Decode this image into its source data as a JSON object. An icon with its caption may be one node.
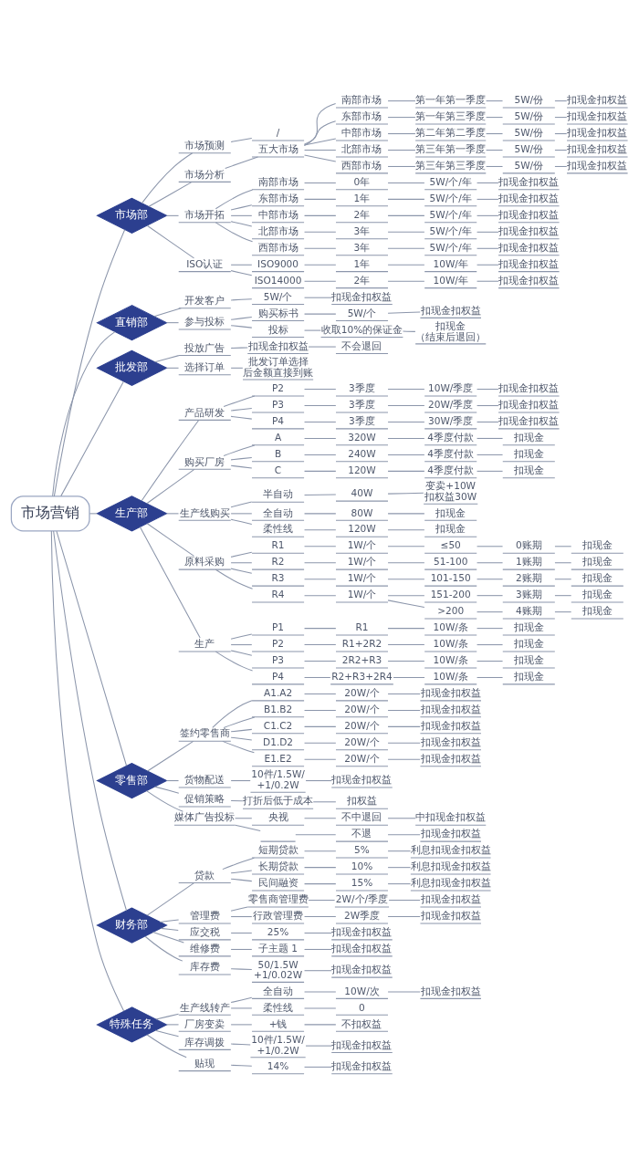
{
  "diagram": {
    "nodes": [
      {
        "text": [
          "市场营销"
        ]
      },
      {
        "text": [
          "市场部"
        ]
      },
      {
        "text": [
          "市场预测"
        ]
      },
      {
        "text": [
          "/"
        ]
      },
      {
        "text": [
          "市场分析"
        ]
      },
      {
        "text": [
          "五大市场"
        ]
      },
      {
        "text": [
          "南部市场"
        ]
      },
      {
        "text": [
          "第一年第一季度"
        ]
      },
      {
        "text": [
          "5W/份"
        ]
      },
      {
        "text": [
          "扣现金扣权益"
        ]
      },
      {
        "text": [
          "东部市场"
        ]
      },
      {
        "text": [
          "第一年第三季度"
        ]
      },
      {
        "text": [
          "5W/份"
        ]
      },
      {
        "text": [
          "扣现金扣权益"
        ]
      },
      {
        "text": [
          "中部市场"
        ]
      },
      {
        "text": [
          "第二年第二季度"
        ]
      },
      {
        "text": [
          "5W/份"
        ]
      },
      {
        "text": [
          "扣现金扣权益"
        ]
      },
      {
        "text": [
          "北部市场"
        ]
      },
      {
        "text": [
          "第三年第一季度"
        ]
      },
      {
        "text": [
          "5W/份"
        ]
      },
      {
        "text": [
          "扣现金扣权益"
        ]
      },
      {
        "text": [
          "西部市场"
        ]
      },
      {
        "text": [
          "第三年第三季度"
        ]
      },
      {
        "text": [
          "5W/份"
        ]
      },
      {
        "text": [
          "扣现金扣权益"
        ]
      },
      {
        "text": [
          "市场开拓"
        ]
      },
      {
        "text": [
          "南部市场"
        ]
      },
      {
        "text": [
          "0年"
        ]
      },
      {
        "text": [
          "5W/个/年"
        ]
      },
      {
        "text": [
          "扣现金扣权益"
        ]
      },
      {
        "text": [
          "东部市场"
        ]
      },
      {
        "text": [
          "1年"
        ]
      },
      {
        "text": [
          "5W/个/年"
        ]
      },
      {
        "text": [
          "扣现金扣权益"
        ]
      },
      {
        "text": [
          "中部市场"
        ]
      },
      {
        "text": [
          "2年"
        ]
      },
      {
        "text": [
          "5W/个/年"
        ]
      },
      {
        "text": [
          "扣现金扣权益"
        ]
      },
      {
        "text": [
          "北部市场"
        ]
      },
      {
        "text": [
          "3年"
        ]
      },
      {
        "text": [
          "5W/个/年"
        ]
      },
      {
        "text": [
          "扣现金扣权益"
        ]
      },
      {
        "text": [
          "西部市场"
        ]
      },
      {
        "text": [
          "3年"
        ]
      },
      {
        "text": [
          "5W/个/年"
        ]
      },
      {
        "text": [
          "扣现金扣权益"
        ]
      },
      {
        "text": [
          "ISO认证"
        ]
      },
      {
        "text": [
          "ISO9000"
        ]
      },
      {
        "text": [
          "1年"
        ]
      },
      {
        "text": [
          "10W/年"
        ]
      },
      {
        "text": [
          "扣现金扣权益"
        ]
      },
      {
        "text": [
          "ISO14000"
        ]
      },
      {
        "text": [
          "2年"
        ]
      },
      {
        "text": [
          "10W/年"
        ]
      },
      {
        "text": [
          "扣现金扣权益"
        ]
      },
      {
        "text": [
          "直销部"
        ]
      },
      {
        "text": [
          "开发客户"
        ]
      },
      {
        "text": [
          "5W/个"
        ]
      },
      {
        "text": [
          "扣现金扣权益"
        ]
      },
      {
        "text": [
          "参与投标"
        ]
      },
      {
        "text": [
          "购买标书"
        ]
      },
      {
        "text": [
          "5W/个"
        ]
      },
      {
        "text": [
          "扣现金扣权益"
        ]
      },
      {
        "text": [
          "投标"
        ]
      },
      {
        "text": [
          "收取10%的保证金"
        ]
      },
      {
        "text": [
          "扣现金（结束后退回）"
        ]
      },
      {
        "text": [
          "批发部"
        ]
      },
      {
        "text": [
          "投放广告"
        ]
      },
      {
        "text": [
          "扣现金扣权益"
        ]
      },
      {
        "text": [
          "不会退回"
        ]
      },
      {
        "text": [
          "选择订单"
        ]
      },
      {
        "text": [
          "批发订单选择后金额直接到账"
        ]
      },
      {
        "text": [
          "生产部"
        ]
      },
      {
        "text": [
          "产品研发"
        ]
      },
      {
        "text": [
          "P2"
        ]
      },
      {
        "text": [
          "3季度"
        ]
      },
      {
        "text": [
          "10W/季度"
        ]
      },
      {
        "text": [
          "扣现金扣权益"
        ]
      },
      {
        "text": [
          "P3"
        ]
      },
      {
        "text": [
          "3季度"
        ]
      },
      {
        "text": [
          "20W/季度"
        ]
      },
      {
        "text": [
          "扣现金扣权益"
        ]
      },
      {
        "text": [
          "P4"
        ]
      },
      {
        "text": [
          "3季度"
        ]
      },
      {
        "text": [
          "30W/季度"
        ]
      },
      {
        "text": [
          "扣现金扣权益"
        ]
      },
      {
        "text": [
          "购买厂房"
        ]
      },
      {
        "text": [
          "A"
        ]
      },
      {
        "text": [
          "320W"
        ]
      },
      {
        "text": [
          "4季度付款"
        ]
      },
      {
        "text": [
          "扣现金"
        ]
      },
      {
        "text": [
          "B"
        ]
      },
      {
        "text": [
          "240W"
        ]
      },
      {
        "text": [
          "4季度付款"
        ]
      },
      {
        "text": [
          "扣现金"
        ]
      },
      {
        "text": [
          "C"
        ]
      },
      {
        "text": [
          "120W"
        ]
      },
      {
        "text": [
          "4季度付款"
        ]
      },
      {
        "text": [
          "扣现金"
        ]
      },
      {
        "text": [
          "生产线购买"
        ]
      },
      {
        "text": [
          "半自动"
        ]
      },
      {
        "text": [
          "40W"
        ]
      },
      {
        "text": [
          "变卖+10W 扣权益30W"
        ]
      },
      {
        "text": [
          "全自动"
        ]
      },
      {
        "text": [
          "80W"
        ]
      },
      {
        "text": [
          "扣现金"
        ]
      },
      {
        "text": [
          "柔性线"
        ]
      },
      {
        "text": [
          "120W"
        ]
      },
      {
        "text": [
          "扣现金"
        ]
      },
      {
        "text": [
          "原料采购"
        ]
      },
      {
        "text": [
          "R1"
        ]
      },
      {
        "text": [
          "1W/个"
        ]
      },
      {
        "text": [
          "≤50"
        ]
      },
      {
        "text": [
          "0账期"
        ]
      },
      {
        "text": [
          "扣现金"
        ]
      },
      {
        "text": [
          "R2"
        ]
      },
      {
        "text": [
          "1W/个"
        ]
      },
      {
        "text": [
          "51-100"
        ]
      },
      {
        "text": [
          "1账期"
        ]
      },
      {
        "text": [
          "扣现金"
        ]
      },
      {
        "text": [
          "R3"
        ]
      },
      {
        "text": [
          "1W/个"
        ]
      },
      {
        "text": [
          "101-150"
        ]
      },
      {
        "text": [
          "2账期"
        ]
      },
      {
        "text": [
          "扣现金"
        ]
      },
      {
        "text": [
          "R4"
        ]
      },
      {
        "text": [
          "1W/个"
        ]
      },
      {
        "text": [
          "151-200"
        ]
      },
      {
        "text": [
          "3账期"
        ]
      },
      {
        "text": [
          "扣现金"
        ]
      },
      {
        "text": [
          ">200"
        ]
      },
      {
        "text": [
          "4账期"
        ]
      },
      {
        "text": [
          "扣现金"
        ]
      },
      {
        "text": [
          "生产"
        ]
      },
      {
        "text": [
          "P1"
        ]
      },
      {
        "text": [
          "R1"
        ]
      },
      {
        "text": [
          "10W/条"
        ]
      },
      {
        "text": [
          "扣现金"
        ]
      },
      {
        "text": [
          "P2"
        ]
      },
      {
        "text": [
          "R1+2R2"
        ]
      },
      {
        "text": [
          "10W/条"
        ]
      },
      {
        "text": [
          "扣现金"
        ]
      },
      {
        "text": [
          "P3"
        ]
      },
      {
        "text": [
          "2R2+R3"
        ]
      },
      {
        "text": [
          "10W/条"
        ]
      },
      {
        "text": [
          "扣现金"
        ]
      },
      {
        "text": [
          "P4"
        ]
      },
      {
        "text": [
          "R2+R3+2R4"
        ]
      },
      {
        "text": [
          "10W/条"
        ]
      },
      {
        "text": [
          "扣现金"
        ]
      },
      {
        "text": [
          "零售部"
        ]
      },
      {
        "text": [
          "签约零售商"
        ]
      },
      {
        "text": [
          "A1.A2"
        ]
      },
      {
        "text": [
          "20W/个"
        ]
      },
      {
        "text": [
          "扣现金扣权益"
        ]
      },
      {
        "text": [
          "B1.B2"
        ]
      },
      {
        "text": [
          "20W/个"
        ]
      },
      {
        "text": [
          "扣现金扣权益"
        ]
      },
      {
        "text": [
          "C1.C2"
        ]
      },
      {
        "text": [
          "20W/个"
        ]
      },
      {
        "text": [
          "扣现金扣权益"
        ]
      },
      {
        "text": [
          "D1.D2"
        ]
      },
      {
        "text": [
          "20W/个"
        ]
      },
      {
        "text": [
          "扣现金扣权益"
        ]
      },
      {
        "text": [
          "E1.E2"
        ]
      },
      {
        "text": [
          "20W/个"
        ]
      },
      {
        "text": [
          "扣现金扣权益"
        ]
      },
      {
        "text": [
          "货物配送"
        ]
      },
      {
        "text": [
          "10件/1.5W/+1/0.2W"
        ]
      },
      {
        "text": [
          "扣现金扣权益"
        ]
      },
      {
        "text": [
          "促销策略"
        ]
      },
      {
        "text": [
          "打折后低于成本"
        ]
      },
      {
        "text": [
          "扣权益"
        ]
      },
      {
        "text": [
          "媒体广告投标"
        ]
      },
      {
        "text": [
          "央视"
        ]
      },
      {
        "text": [
          "不中退回"
        ]
      },
      {
        "text": [
          "中扣现金扣权益"
        ]
      },
      {
        "text": [],
        "shape": "underline"
      },
      {
        "text": [
          "不退"
        ]
      },
      {
        "text": [
          "扣现金扣权益"
        ]
      },
      {
        "text": [
          "财务部"
        ]
      },
      {
        "text": [
          "贷款"
        ]
      },
      {
        "text": [
          "短期贷款"
        ]
      },
      {
        "text": [
          "5%"
        ]
      },
      {
        "text": [
          "利息扣现金扣权益"
        ]
      },
      {
        "text": [
          "长期贷款"
        ]
      },
      {
        "text": [
          "10%"
        ]
      },
      {
        "text": [
          "利息扣现金扣权益"
        ]
      },
      {
        "text": [
          "民间融资"
        ]
      },
      {
        "text": [
          "15%"
        ]
      },
      {
        "text": [
          "利息扣现金扣权益"
        ]
      },
      {
        "text": [
          "管理费"
        ]
      },
      {
        "text": [
          "零售商管理费"
        ]
      },
      {
        "text": [
          "2W/个/季度"
        ]
      },
      {
        "text": [
          "扣现金扣权益"
        ]
      },
      {
        "text": [
          "行政管理费"
        ]
      },
      {
        "text": [
          "2W季度"
        ]
      },
      {
        "text": [
          "扣现金扣权益"
        ]
      },
      {
        "text": [
          "应交税"
        ]
      },
      {
        "text": [
          "25%"
        ]
      },
      {
        "text": [
          "扣现金扣权益"
        ]
      },
      {
        "text": [
          "维修费"
        ]
      },
      {
        "text": [
          "子主题 1"
        ]
      },
      {
        "text": [
          "扣现金扣权益"
        ]
      },
      {
        "text": [
          "库存费"
        ]
      },
      {
        "text": [
          "50/1.5W+1/0.02W"
        ]
      },
      {
        "text": [
          "扣现金扣权益"
        ]
      },
      {
        "text": [
          "特殊任务"
        ]
      },
      {
        "text": [
          "生产线转产"
        ]
      },
      {
        "text": [
          "全自动"
        ]
      },
      {
        "text": [
          "10W/次"
        ]
      },
      {
        "text": [
          "扣现金扣权益"
        ]
      },
      {
        "text": [
          "柔性线"
        ]
      },
      {
        "text": [
          "0"
        ]
      },
      {
        "text": [
          "厂房变卖"
        ]
      },
      {
        "text": [
          "+钱"
        ]
      },
      {
        "text": [
          "不扣权益"
        ]
      },
      {
        "text": [
          "库存调拨"
        ]
      },
      {
        "text": [
          "10件/1.5W/+1/0.2W"
        ]
      },
      {
        "text": [
          "扣现金扣权益"
        ]
      },
      {
        "text": [
          "贴现"
        ]
      },
      {
        "text": [
          "14%"
        ]
      },
      {
        "text": [
          "扣现金扣权益"
        ]
      }
    ],
    "edges": [
      {
        "from": 0,
        "to": 1,
        "arrow": "none"
      },
      {
        "from": 1,
        "to": 2,
        "arrow": "none"
      },
      {
        "from": 2,
        "to": 3,
        "arrow": "none"
      },
      {
        "from": 1,
        "to": 4,
        "arrow": "none"
      },
      {
        "from": 4,
        "to": 5,
        "arrow": "none"
      },
      {
        "from": 5,
        "to": 6,
        "arrow": "none"
      },
      {
        "from": 6,
        "to": 7,
        "arrow": "none"
      },
      {
        "from": 7,
        "to": 8,
        "arrow": "none"
      },
      {
        "from": 8,
        "to": 9,
        "arrow": "none"
      },
      {
        "from": 5,
        "to": 10,
        "arrow": "none"
      },
      {
        "from": 10,
        "to": 11,
        "arrow": "none"
      },
      {
        "from": 11,
        "to": 12,
        "arrow": "none"
      },
      {
        "from": 12,
        "to": 13,
        "arrow": "none"
      },
      {
        "from": 5,
        "to": 14,
        "arrow": "none"
      },
      {
        "from": 14,
        "to": 15,
        "arrow": "none"
      },
      {
        "from": 15,
        "to": 16,
        "arrow": "none"
      },
      {
        "from": 16,
        "to": 17,
        "arrow": "none"
      },
      {
        "from": 5,
        "to": 18,
        "arrow": "none"
      },
      {
        "from": 18,
        "to": 19,
        "arrow": "none"
      },
      {
        "from": 19,
        "to": 20,
        "arrow": "none"
      },
      {
        "from": 20,
        "to": 21,
        "arrow": "none"
      },
      {
        "from": 5,
        "to": 22,
        "arrow": "none"
      },
      {
        "from": 22,
        "to": 23,
        "arrow": "none"
      },
      {
        "from": 23,
        "to": 24,
        "arrow": "none"
      },
      {
        "from": 24,
        "to": 25,
        "arrow": "none"
      },
      {
        "from": 1,
        "to": 26,
        "arrow": "none"
      },
      {
        "from": 26,
        "to": 27,
        "arrow": "none"
      },
      {
        "from": 27,
        "to": 28,
        "arrow": "none"
      },
      {
        "from": 28,
        "to": 29,
        "arrow": "none"
      },
      {
        "from": 29,
        "to": 30,
        "arrow": "none"
      },
      {
        "from": 26,
        "to": 31,
        "arrow": "none"
      },
      {
        "from": 31,
        "to": 32,
        "arrow": "none"
      },
      {
        "from": 32,
        "to": 33,
        "arrow": "none"
      },
      {
        "from": 33,
        "to": 34,
        "arrow": "none"
      },
      {
        "from": 26,
        "to": 35,
        "arrow": "none"
      },
      {
        "from": 35,
        "to": 36,
        "arrow": "none"
      },
      {
        "from": 36,
        "to": 37,
        "arrow": "none"
      },
      {
        "from": 37,
        "to": 38,
        "arrow": "none"
      },
      {
        "from": 26,
        "to": 39,
        "arrow": "none"
      },
      {
        "from": 39,
        "to": 40,
        "arrow": "none"
      },
      {
        "from": 40,
        "to": 41,
        "arrow": "none"
      },
      {
        "from": 41,
        "to": 42,
        "arrow": "none"
      },
      {
        "from": 26,
        "to": 43,
        "arrow": "none"
      },
      {
        "from": 43,
        "to": 44,
        "arrow": "none"
      },
      {
        "from": 44,
        "to": 45,
        "arrow": "none"
      },
      {
        "from": 45,
        "to": 46,
        "arrow": "none"
      },
      {
        "from": 1,
        "to": 47,
        "arrow": "none"
      },
      {
        "from": 47,
        "to": 48,
        "arrow": "none"
      },
      {
        "from": 48,
        "to": 49,
        "arrow": "none"
      },
      {
        "from": 49,
        "to": 50,
        "arrow": "none"
      },
      {
        "from": 50,
        "to": 51,
        "arrow": "none"
      },
      {
        "from": 47,
        "to": 52,
        "arrow": "none"
      },
      {
        "from": 52,
        "to": 53,
        "arrow": "none"
      },
      {
        "from": 53,
        "to": 54,
        "arrow": "none"
      },
      {
        "from": 54,
        "to": 55,
        "arrow": "none"
      },
      {
        "from": 0,
        "to": 56,
        "arrow": "none"
      },
      {
        "from": 56,
        "to": 57,
        "arrow": "none"
      },
      {
        "from": 57,
        "to": 58,
        "arrow": "none"
      },
      {
        "from": 58,
        "to": 59,
        "arrow": "none"
      },
      {
        "from": 56,
        "to": 60,
        "arrow": "none"
      },
      {
        "from": 60,
        "to": 61,
        "arrow": "none"
      },
      {
        "from": 61,
        "to": 62,
        "arrow": "none"
      },
      {
        "from": 62,
        "to": 63,
        "arrow": "none"
      },
      {
        "from": 60,
        "to": 64,
        "arrow": "none"
      },
      {
        "from": 64,
        "to": 65,
        "arrow": "none"
      },
      {
        "from": 65,
        "to": 66,
        "arrow": "none"
      },
      {
        "from": 0,
        "to": 67,
        "arrow": "none"
      },
      {
        "from": 67,
        "to": 68,
        "arrow": "none"
      },
      {
        "from": 68,
        "to": 69,
        "arrow": "none"
      },
      {
        "from": 69,
        "to": 70,
        "arrow": "none"
      },
      {
        "from": 67,
        "to": 71,
        "arrow": "none"
      },
      {
        "from": 71,
        "to": 72,
        "arrow": "none"
      },
      {
        "from": 0,
        "to": 73,
        "arrow": "none"
      },
      {
        "from": 73,
        "to": 74,
        "arrow": "none"
      },
      {
        "from": 74,
        "to": 75,
        "arrow": "none"
      },
      {
        "from": 75,
        "to": 76,
        "arrow": "none"
      },
      {
        "from": 76,
        "to": 77,
        "arrow": "none"
      },
      {
        "from": 77,
        "to": 78,
        "arrow": "none"
      },
      {
        "from": 74,
        "to": 79,
        "arrow": "none"
      },
      {
        "from": 79,
        "to": 80,
        "arrow": "none"
      },
      {
        "from": 80,
        "to": 81,
        "arrow": "none"
      },
      {
        "from": 81,
        "to": 82,
        "arrow": "none"
      },
      {
        "from": 74,
        "to": 83,
        "arrow": "none"
      },
      {
        "from": 83,
        "to": 84,
        "arrow": "none"
      },
      {
        "from": 84,
        "to": 85,
        "arrow": "none"
      },
      {
        "from": 85,
        "to": 86,
        "arrow": "none"
      },
      {
        "from": 73,
        "to": 87,
        "arrow": "none"
      },
      {
        "from": 87,
        "to": 88,
        "arrow": "none"
      },
      {
        "from": 88,
        "to": 89,
        "arrow": "none"
      },
      {
        "from": 89,
        "to": 90,
        "arrow": "none"
      },
      {
        "from": 90,
        "to": 91,
        "arrow": "none"
      },
      {
        "from": 87,
        "to": 92,
        "arrow": "none"
      },
      {
        "from": 92,
        "to": 93,
        "arrow": "none"
      },
      {
        "from": 93,
        "to": 94,
        "arrow": "none"
      },
      {
        "from": 94,
        "to": 95,
        "arrow": "none"
      },
      {
        "from": 87,
        "to": 96,
        "arrow": "none"
      },
      {
        "from": 96,
        "to": 97,
        "arrow": "none"
      },
      {
        "from": 97,
        "to": 98,
        "arrow": "none"
      },
      {
        "from": 98,
        "to": 99,
        "arrow": "none"
      },
      {
        "from": 73,
        "to": 100,
        "arrow": "none"
      },
      {
        "from": 100,
        "to": 101,
        "arrow": "none"
      },
      {
        "from": 101,
        "to": 102,
        "arrow": "none"
      },
      {
        "from": 102,
        "to": 103,
        "arrow": "none"
      },
      {
        "from": 100,
        "to": 104,
        "arrow": "none"
      },
      {
        "from": 104,
        "to": 105,
        "arrow": "none"
      },
      {
        "from": 105,
        "to": 106,
        "arrow": "none"
      },
      {
        "from": 100,
        "to": 107,
        "arrow": "none"
      },
      {
        "from": 107,
        "to": 108,
        "arrow": "none"
      },
      {
        "from": 108,
        "to": 109,
        "arrow": "none"
      },
      {
        "from": 73,
        "to": 110,
        "arrow": "none"
      },
      {
        "from": 110,
        "to": 111,
        "arrow": "none"
      },
      {
        "from": 111,
        "to": 112,
        "arrow": "none"
      },
      {
        "from": 112,
        "to": 113,
        "arrow": "none"
      },
      {
        "from": 113,
        "to": 114,
        "arrow": "none"
      },
      {
        "from": 114,
        "to": 115,
        "arrow": "none"
      },
      {
        "from": 110,
        "to": 116,
        "arrow": "none"
      },
      {
        "from": 116,
        "to": 117,
        "arrow": "none"
      },
      {
        "from": 117,
        "to": 118,
        "arrow": "none"
      },
      {
        "from": 118,
        "to": 119,
        "arrow": "none"
      },
      {
        "from": 119,
        "to": 120,
        "arrow": "none"
      },
      {
        "from": 110,
        "to": 121,
        "arrow": "none"
      },
      {
        "from": 121,
        "to": 122,
        "arrow": "none"
      },
      {
        "from": 122,
        "to": 123,
        "arrow": "none"
      },
      {
        "from": 123,
        "to": 124,
        "arrow": "none"
      },
      {
        "from": 124,
        "to": 125,
        "arrow": "none"
      },
      {
        "from": 110,
        "to": 126,
        "arrow": "none"
      },
      {
        "from": 126,
        "to": 127,
        "arrow": "none"
      },
      {
        "from": 127,
        "to": 128,
        "arrow": "none"
      },
      {
        "from": 128,
        "to": 129,
        "arrow": "none"
      },
      {
        "from": 129,
        "to": 130,
        "arrow": "none"
      },
      {
        "from": 127,
        "to": 131,
        "arrow": "none"
      },
      {
        "from": 131,
        "to": 132,
        "arrow": "none"
      },
      {
        "from": 132,
        "to": 133,
        "arrow": "none"
      },
      {
        "from": 73,
        "to": 134,
        "arrow": "none"
      },
      {
        "from": 134,
        "to": 135,
        "arrow": "none"
      },
      {
        "from": 135,
        "to": 136,
        "arrow": "none"
      },
      {
        "from": 136,
        "to": 137,
        "arrow": "none"
      },
      {
        "from": 137,
        "to": 138,
        "arrow": "none"
      },
      {
        "from": 134,
        "to": 139,
        "arrow": "none"
      },
      {
        "from": 139,
        "to": 140,
        "arrow": "none"
      },
      {
        "from": 140,
        "to": 141,
        "arrow": "none"
      },
      {
        "from": 141,
        "to": 142,
        "arrow": "none"
      },
      {
        "from": 134,
        "to": 143,
        "arrow": "none"
      },
      {
        "from": 143,
        "to": 144,
        "arrow": "none"
      },
      {
        "from": 144,
        "to": 145,
        "arrow": "none"
      },
      {
        "from": 145,
        "to": 146,
        "arrow": "none"
      },
      {
        "from": 134,
        "to": 147,
        "arrow": "none"
      },
      {
        "from": 147,
        "to": 148,
        "arrow": "none"
      },
      {
        "from": 148,
        "to": 149,
        "arrow": "none"
      },
      {
        "from": 149,
        "to": 150,
        "arrow": "none"
      },
      {
        "from": 0,
        "to": 151,
        "arrow": "none"
      },
      {
        "from": 151,
        "to": 152,
        "arrow": "none"
      },
      {
        "from": 152,
        "to": 153,
        "arrow": "none"
      },
      {
        "from": 153,
        "to": 154,
        "arrow": "none"
      },
      {
        "from": 154,
        "to": 155,
        "arrow": "none"
      },
      {
        "from": 152,
        "to": 156,
        "arrow": "none"
      },
      {
        "from": 156,
        "to": 157,
        "arrow": "none"
      },
      {
        "from": 157,
        "to": 158,
        "arrow": "none"
      },
      {
        "from": 152,
        "to": 159,
        "arrow": "none"
      },
      {
        "from": 159,
        "to": 160,
        "arrow": "none"
      },
      {
        "from": 160,
        "to": 161,
        "arrow": "none"
      },
      {
        "from": 152,
        "to": 162,
        "arrow": "none"
      },
      {
        "from": 162,
        "to": 163,
        "arrow": "none"
      },
      {
        "from": 163,
        "to": 164,
        "arrow": "none"
      },
      {
        "from": 152,
        "to": 165,
        "arrow": "none"
      },
      {
        "from": 165,
        "to": 166,
        "arrow": "none"
      },
      {
        "from": 166,
        "to": 167,
        "arrow": "none"
      },
      {
        "from": 151,
        "to": 168,
        "arrow": "none"
      },
      {
        "from": 168,
        "to": 169,
        "arrow": "none"
      },
      {
        "from": 169,
        "to": 170,
        "arrow": "none"
      },
      {
        "from": 151,
        "to": 171,
        "arrow": "none"
      },
      {
        "from": 171,
        "to": 172,
        "arrow": "none"
      },
      {
        "from": 172,
        "to": 173,
        "arrow": "none"
      },
      {
        "from": 151,
        "to": 174,
        "arrow": "none"
      },
      {
        "from": 174,
        "to": 175,
        "arrow": "none"
      },
      {
        "from": 175,
        "to": 176,
        "arrow": "none"
      },
      {
        "from": 176,
        "to": 177,
        "arrow": "none"
      },
      {
        "from": 174,
        "to": 178,
        "arrow": "none"
      },
      {
        "from": 178,
        "to": 179,
        "arrow": "none"
      },
      {
        "from": 179,
        "to": 180,
        "arrow": "none"
      },
      {
        "from": 0,
        "to": 181,
        "arrow": "none"
      },
      {
        "from": 181,
        "to": 182,
        "arrow": "none"
      },
      {
        "from": 182,
        "to": 183,
        "arrow": "none"
      },
      {
        "from": 183,
        "to": 184,
        "arrow": "none"
      },
      {
        "from": 184,
        "to": 185,
        "arrow": "none"
      },
      {
        "from": 182,
        "to": 186,
        "arrow": "none"
      },
      {
        "from": 186,
        "to": 187,
        "arrow": "none"
      },
      {
        "from": 187,
        "to": 188,
        "arrow": "none"
      },
      {
        "from": 182,
        "to": 189,
        "arrow": "none"
      },
      {
        "from": 189,
        "to": 190,
        "arrow": "none"
      },
      {
        "from": 190,
        "to": 191,
        "arrow": "none"
      },
      {
        "from": 181,
        "to": 192,
        "arrow": "none"
      },
      {
        "from": 192,
        "to": 193,
        "arrow": "none"
      },
      {
        "from": 193,
        "to": 194,
        "arrow": "none"
      },
      {
        "from": 194,
        "to": 195,
        "arrow": "none"
      },
      {
        "from": 192,
        "to": 196,
        "arrow": "none"
      },
      {
        "from": 196,
        "to": 197,
        "arrow": "none"
      },
      {
        "from": 197,
        "to": 198,
        "arrow": "none"
      },
      {
        "from": 181,
        "to": 199,
        "arrow": "none"
      },
      {
        "from": 199,
        "to": 200,
        "arrow": "none"
      },
      {
        "from": 200,
        "to": 201,
        "arrow": "none"
      },
      {
        "from": 181,
        "to": 202,
        "arrow": "none"
      },
      {
        "from": 202,
        "to": 203,
        "arrow": "none"
      },
      {
        "from": 203,
        "to": 204,
        "arrow": "none"
      },
      {
        "from": 181,
        "to": 205,
        "arrow": "none"
      },
      {
        "from": 205,
        "to": 206,
        "arrow": "none"
      },
      {
        "from": 206,
        "to": 207,
        "arrow": "none"
      },
      {
        "from": 0,
        "to": 208,
        "arrow": "none"
      },
      {
        "from": 208,
        "to": 209,
        "arrow": "none"
      },
      {
        "from": 209,
        "to": 210,
        "arrow": "none"
      },
      {
        "from": 210,
        "to": 211,
        "arrow": "none"
      },
      {
        "from": 211,
        "to": 212,
        "arrow": "none"
      },
      {
        "from": 209,
        "to": 213,
        "arrow": "none"
      },
      {
        "from": 213,
        "to": 214,
        "arrow": "none"
      },
      {
        "from": 208,
        "to": 215,
        "arrow": "none"
      },
      {
        "from": 215,
        "to": 216,
        "arrow": "none"
      },
      {
        "from": 216,
        "to": 217,
        "arrow": "none"
      },
      {
        "from": 208,
        "to": 218,
        "arrow": "none"
      },
      {
        "from": 218,
        "to": 219,
        "arrow": "none"
      },
      {
        "from": 219,
        "to": 220,
        "arrow": "none"
      },
      {
        "from": 208,
        "to": 221,
        "arrow": "none"
      },
      {
        "from": 221,
        "to": 222,
        "arrow": "none"
      },
      {
        "from": 222,
        "to": 223,
        "arrow": "none"
      }
    ]
  }
}
